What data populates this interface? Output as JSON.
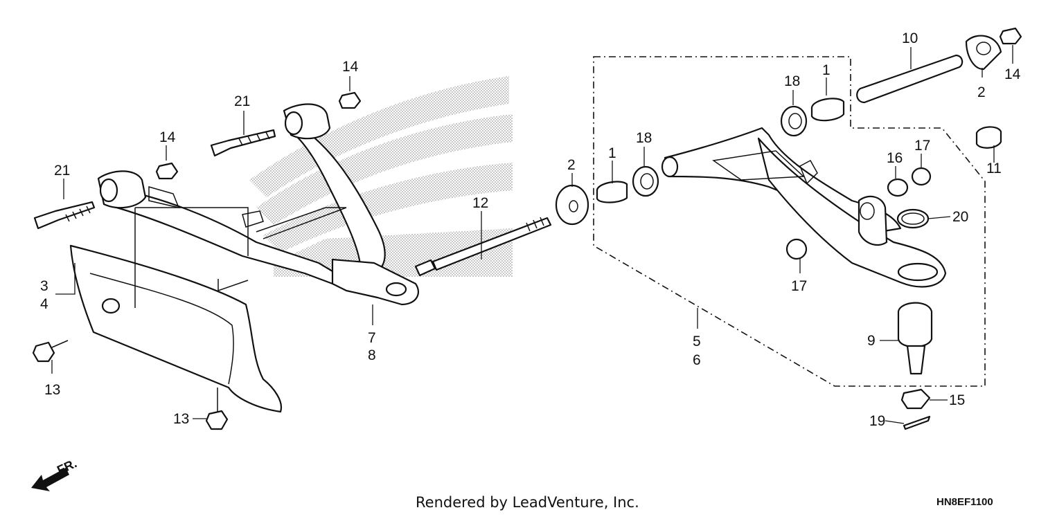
{
  "callouts": {
    "c1a": "1",
    "c1b": "1",
    "c2a": "2",
    "c2b": "2",
    "c3": "3",
    "c4": "4",
    "c5": "5",
    "c6": "6",
    "c7": "7",
    "c8": "8",
    "c9": "9",
    "c10": "10",
    "c11": "11",
    "c12": "12",
    "c13a": "13",
    "c13b": "13",
    "c14a": "14",
    "c14b": "14",
    "c14c": "14",
    "c15": "15",
    "c16": "16",
    "c17a": "17",
    "c17b": "17",
    "c18a": "18",
    "c18b": "18",
    "c19": "19",
    "c20": "20",
    "c21a": "21",
    "c21b": "21"
  },
  "direction_label": "FR.",
  "footer": {
    "credit": "Rendered by LeadVenture, Inc.",
    "code": "HN8EF1100"
  },
  "icons": [
    "front-direction-arrow-icon",
    "honda-wing-watermark-icon"
  ]
}
